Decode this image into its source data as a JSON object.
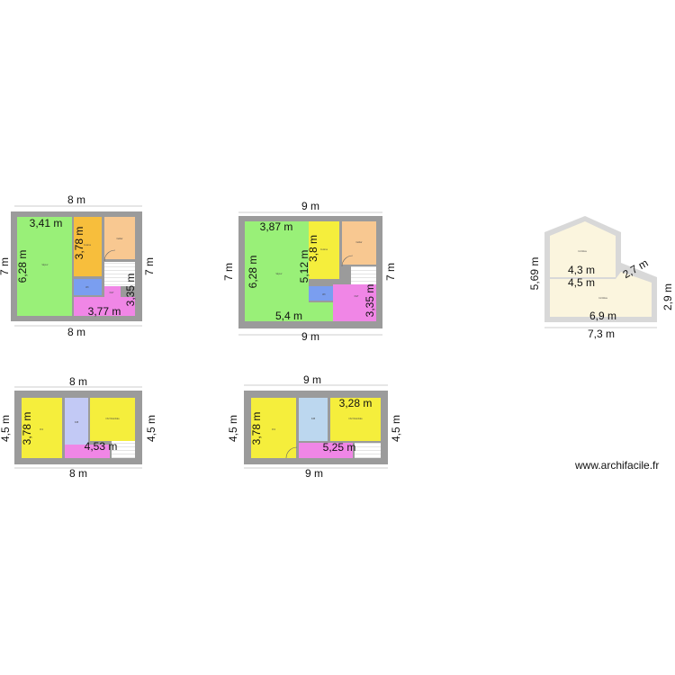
{
  "watermark": "www.archifacile.fr",
  "colors": {
    "wall": "#9b9b9b",
    "green": "#99f078",
    "orange": "#f7be3c",
    "peach": "#f8c891",
    "yellow": "#f5ee3c",
    "blue": "#7a9ef0",
    "lightblue": "#bcd7ef",
    "lavender": "#c2c9f5",
    "pink": "#f086e6",
    "cream": "#fbf5de",
    "roof": "#d8d8d8"
  },
  "plan1": {
    "overall_top": "8 m",
    "overall_bottom": "8 m",
    "height_left": "7 m",
    "height_right": "7 m",
    "living_width": "3,41 m",
    "living_height": "6,28 m",
    "kitchen_height": "3,78 m",
    "hall_height": "3,35 m",
    "hall_width": "3,77 m"
  },
  "plan2": {
    "overall_top": "9 m",
    "overall_bottom": "9 m",
    "height_left": "7 m",
    "height_right": "7 m",
    "living_width": "3,87 m",
    "living_height": "6,28 m",
    "middle_height": "5,12 m",
    "kitchen_height": "3,8 m",
    "hall_height": "3,35 m",
    "living_bottom": "5,4 m"
  },
  "plan3": {
    "height_left": "5,69 m",
    "height_right": "2,9 m",
    "width_mid_top": "4,3 m",
    "width_mid_bottom": "4,5 m",
    "roof_slope": "2,7 m",
    "inner_width": "6,9 m",
    "overall_bottom": "7,3 m"
  },
  "plan4": {
    "overall_top": "8 m",
    "overall_bottom": "8 m",
    "height_left": "4,5 m",
    "height_right": "4,5 m",
    "room_height": "3,78 m",
    "hall_width": "4,53 m"
  },
  "plan5": {
    "overall_top": "9 m",
    "overall_bottom": "9 m",
    "height_left": "4,5 m",
    "height_right": "4,5 m",
    "room_height": "3,78 m",
    "right_room_width": "3,28 m",
    "hall_width": "5,25 m"
  }
}
